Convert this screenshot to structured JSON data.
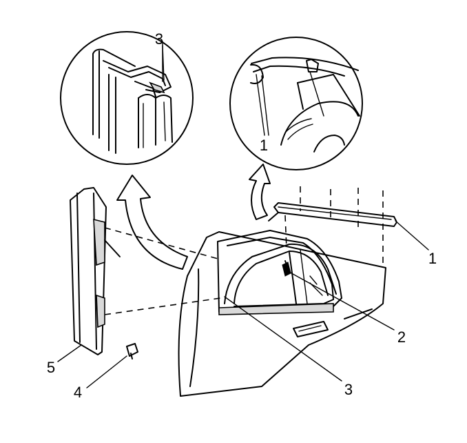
{
  "callouts": {
    "c1_top": "1",
    "c3_top": "3",
    "c1_right": "1",
    "c2": "2",
    "c3_bottom": "3",
    "c4": "4",
    "c5": "5"
  },
  "colors": {
    "line": "#000000",
    "background": "#ffffff",
    "shade": "#d9d9d9"
  }
}
